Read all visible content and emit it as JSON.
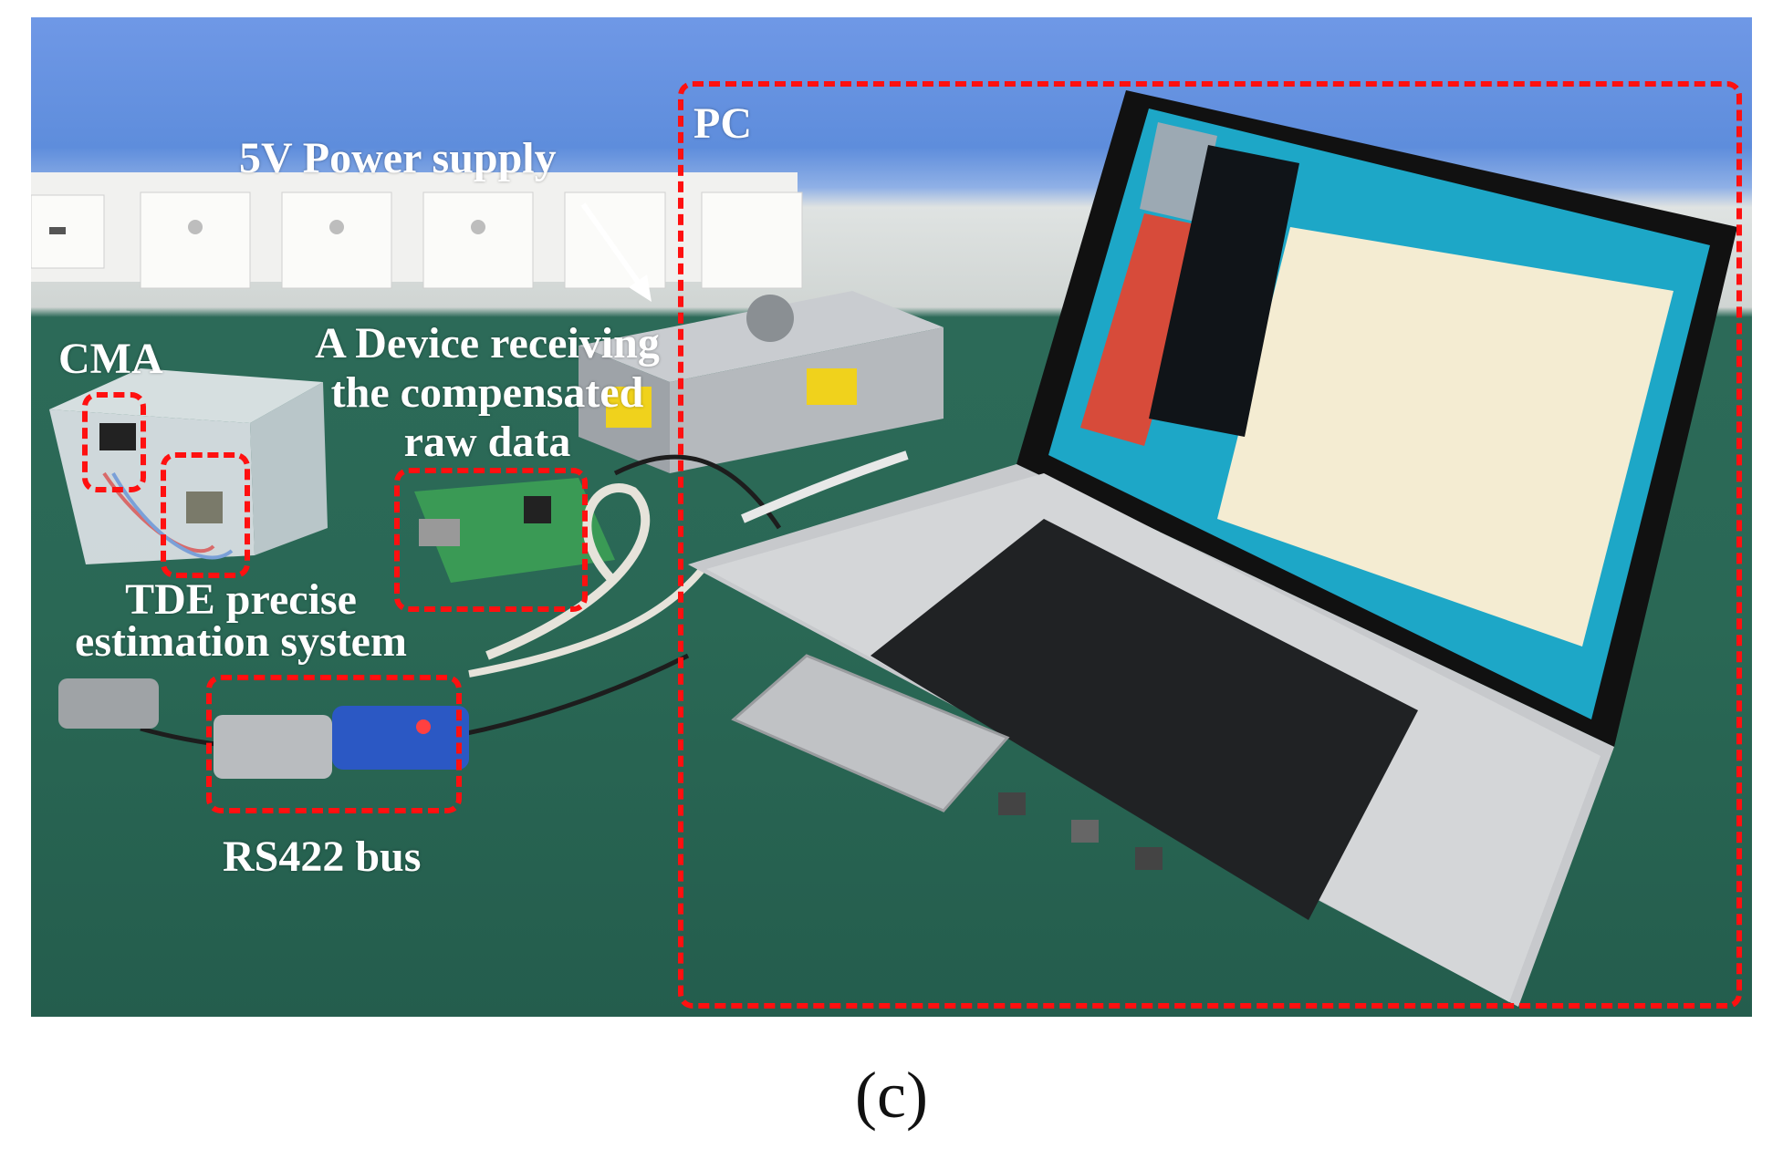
{
  "figure": {
    "labels": {
      "pc": "PC",
      "power_supply": "5V Power supply",
      "cma": "CMA",
      "receiver_line1": "A Device receiving",
      "receiver_line2": "the compensated",
      "receiver_line3": "raw data",
      "tde_line1": "TDE precise",
      "tde_line2": "estimation system",
      "rs422": "RS422 bus"
    },
    "caption": "(c)",
    "colors": {
      "annotation_box": "#ff1010",
      "label_text": "#ffffff",
      "wall": "#6f98e6",
      "desk": "#2a6855"
    }
  }
}
